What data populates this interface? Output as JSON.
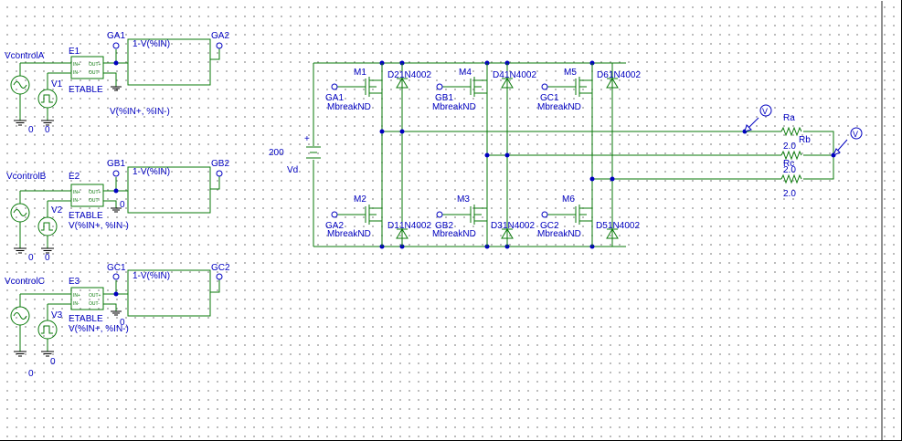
{
  "window": {
    "title": ""
  },
  "schematic": {
    "sources": [
      {
        "id": "VcontrolA",
        "label": "VcontrolA",
        "pulse": "V1",
        "etable": "E1",
        "etable_label": "ETABLE",
        "expr": "V(%IN+, %IN-)",
        "gate": "GA1",
        "inv_expr": "1-V(%IN)",
        "inv_out": "GA2",
        "gnd": "0"
      },
      {
        "id": "VcontrolB",
        "label": "VcontrolB",
        "pulse": "V2",
        "etable": "E2",
        "etable_label": "ETABLE",
        "expr": "V(%IN+, %IN-)",
        "gate": "GB1",
        "inv_expr": "1-V(%IN)",
        "inv_out": "GB2",
        "gnd": "0"
      },
      {
        "id": "VcontrolC",
        "label": "VcontrolC",
        "pulse": "V3",
        "etable": "E3",
        "etable_label": "ETABLE",
        "expr": "V(%IN+, %IN-)",
        "gate": "GC1",
        "inv_expr": "1-V(%IN)",
        "inv_out": "GC2",
        "gnd": "0"
      }
    ],
    "etable_pins": {
      "in_plus": "IN+",
      "in_minus": "IN-",
      "out_plus": "OUT+",
      "out_minus": "OUT-"
    },
    "supply": {
      "name": "Vd",
      "value": "200",
      "plus": "+"
    },
    "mosfets": [
      {
        "name": "M1",
        "gate": "GA1",
        "model": "MbreakND"
      },
      {
        "name": "M4",
        "gate": "GB1",
        "model": "MbreakND"
      },
      {
        "name": "M5",
        "gate": "GC1",
        "model": "MbreakND"
      },
      {
        "name": "M2",
        "gate": "GA2",
        "model": "MbreakND"
      },
      {
        "name": "M3",
        "gate": "GB2",
        "model": "MbreakND"
      },
      {
        "name": "M6",
        "gate": "GC2",
        "model": "MbreakND"
      }
    ],
    "diodes": [
      {
        "name": "D2",
        "part": "1N4002"
      },
      {
        "name": "D4",
        "part": "1N4002"
      },
      {
        "name": "D6",
        "part": "1N4002"
      },
      {
        "name": "D1",
        "part": "1N4002"
      },
      {
        "name": "D3",
        "part": "1N4002"
      },
      {
        "name": "D5",
        "part": "1N4002"
      }
    ],
    "resistors": [
      {
        "name": "Ra",
        "value": "2.0"
      },
      {
        "name": "Rb",
        "value": "2.0"
      },
      {
        "name": "Rc",
        "value": "2.0"
      }
    ],
    "probe_label": "V"
  }
}
